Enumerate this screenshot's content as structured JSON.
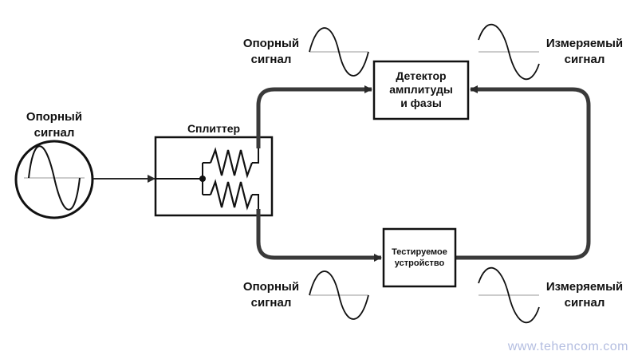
{
  "source": {
    "label_line1": "Опорный",
    "label_line2": "сигнал"
  },
  "splitter": {
    "title": "Сплиттер"
  },
  "detector": {
    "line1": "Детектор",
    "line2": "амплитуды",
    "line3": "и фазы"
  },
  "dut": {
    "line1": "Тестируемое",
    "line2": "устройство"
  },
  "top_reference": {
    "line1": "Опорный",
    "line2": "сигнал"
  },
  "top_measured": {
    "line1": "Измеряемый",
    "line2": "сигнал"
  },
  "bottom_reference": {
    "line1": "Опорный",
    "line2": "сигнал"
  },
  "bottom_measured": {
    "line1": "Измеряемый",
    "line2": "сигнал"
  },
  "watermark": "www.tehencom.com",
  "colors": {
    "ink": "#111111",
    "path": "#3a3a3a",
    "waveform_axis": "#999999",
    "watermark": "#b3bde0"
  }
}
